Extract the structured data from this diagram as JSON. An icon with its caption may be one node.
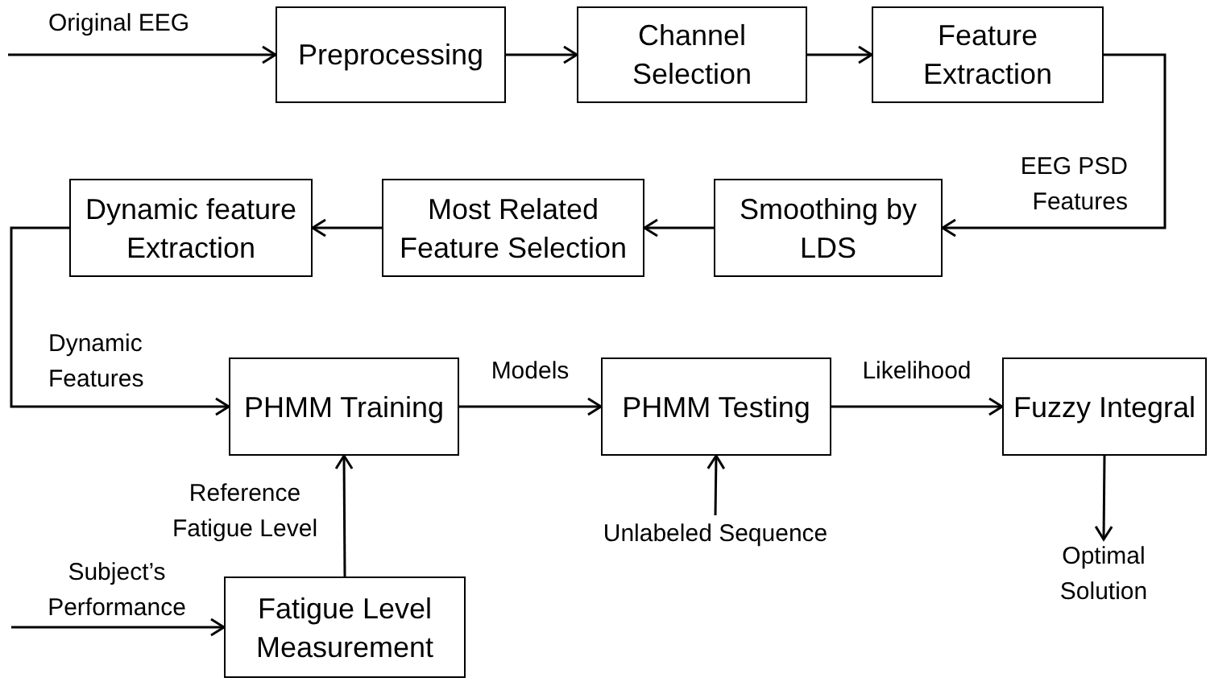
{
  "diagram": {
    "nodes": [
      {
        "text": [
          "Preprocessing"
        ]
      },
      {
        "text": [
          "Channel Selection"
        ]
      },
      {
        "text": [
          "Feature Extraction"
        ]
      },
      {
        "text": [
          "Dynamic feature Extraction"
        ]
      },
      {
        "text": [
          "Most Related Feature Selection"
        ]
      },
      {
        "text": [
          "Smoothing by LDS"
        ]
      },
      {
        "text": [
          "PHMM Training"
        ]
      },
      {
        "text": [
          "PHMM Testing"
        ]
      },
      {
        "text": [
          "Fuzzy Integral"
        ]
      },
      {
        "text": [
          "Fatigue Level Measurement"
        ]
      },
      {
        "text": [
          "Unlabeled Sequence"
        ]
      },
      {
        "text": [
          "Optimal Solution"
        ]
      }
    ],
    "edges": [
      {
        "from": null,
        "to": 0,
        "arrow": "to",
        "label": "Original EEG"
      },
      {
        "from": 0,
        "to": 1,
        "arrow": "to"
      },
      {
        "from": 1,
        "to": 2,
        "arrow": "to"
      },
      {
        "from": 2,
        "to": 5,
        "arrow": "to",
        "label": "EEG PSD Features"
      },
      {
        "from": 5,
        "to": 4,
        "arrow": "to"
      },
      {
        "from": 4,
        "to": 3,
        "arrow": "to"
      },
      {
        "from": 3,
        "to": 6,
        "arrow": "to",
        "label": "Dynamic Features"
      },
      {
        "from": 6,
        "to": 7,
        "arrow": "to",
        "label": "Models"
      },
      {
        "from": 7,
        "to": 8,
        "arrow": "to",
        "label": "Likelihood"
      },
      {
        "from": 9,
        "to": 6,
        "arrow": "to",
        "label": "Reference Fatigue Level"
      },
      {
        "from": null,
        "to": 9,
        "arrow": "to",
        "label": "Subject’s Performance"
      },
      {
        "from": 10,
        "to": 7,
        "arrow": "to"
      },
      {
        "from": 8,
        "to": 11,
        "arrow": "to"
      }
    ]
  }
}
